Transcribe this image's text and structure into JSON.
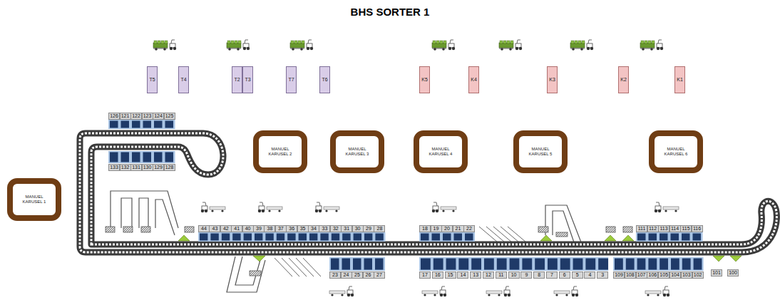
{
  "diagram": {
    "title": "BHS SORTER 1",
    "nodes": [
      {
        "text": [
          "T5"
        ]
      },
      {
        "text": [
          "T4"
        ]
      },
      {
        "text": [
          "T2"
        ]
      },
      {
        "text": [
          "T3"
        ]
      },
      {
        "text": [
          "T7"
        ]
      },
      {
        "text": [
          "T6"
        ]
      },
      {
        "text": [
          "K5"
        ]
      },
      {
        "text": [
          "K4"
        ]
      },
      {
        "text": [
          "K3"
        ]
      },
      {
        "text": [
          "K2"
        ]
      },
      {
        "text": [
          "K1"
        ]
      },
      {
        "text": [
          "MANUEL KARUSEL 2"
        ]
      },
      {
        "text": [
          "MANUEL KARUSEL 3"
        ]
      },
      {
        "text": [
          "MANUEL KARUSEL 4"
        ]
      },
      {
        "text": [
          "MANUEL KARUSEL 5"
        ]
      },
      {
        "text": [
          "MANUEL KARUSEL 6"
        ]
      },
      {
        "text": [
          "MANUEL KARUSEL 1"
        ]
      }
    ],
    "labels": [
      "126",
      "121",
      "122",
      "123",
      "124",
      "125",
      "133",
      "132",
      "131",
      "130",
      "129",
      "128",
      "44",
      "43",
      "42",
      "41",
      "40",
      "39",
      "38",
      "37",
      "36",
      "35",
      "34",
      "33",
      "32",
      "31",
      "30",
      "29",
      "28",
      "18",
      "19",
      "20",
      "21",
      "22",
      "111",
      "112",
      "113",
      "114",
      "115",
      "116",
      "23",
      "24",
      "25",
      "26",
      "27",
      "17",
      "16",
      "15",
      "14",
      "13",
      "12",
      "11",
      "10",
      "9",
      "8",
      "7",
      "6",
      "5",
      "4",
      "3",
      "109",
      "108",
      "107",
      "106",
      "105",
      "104",
      "103",
      "102",
      "101",
      "100"
    ]
  }
}
